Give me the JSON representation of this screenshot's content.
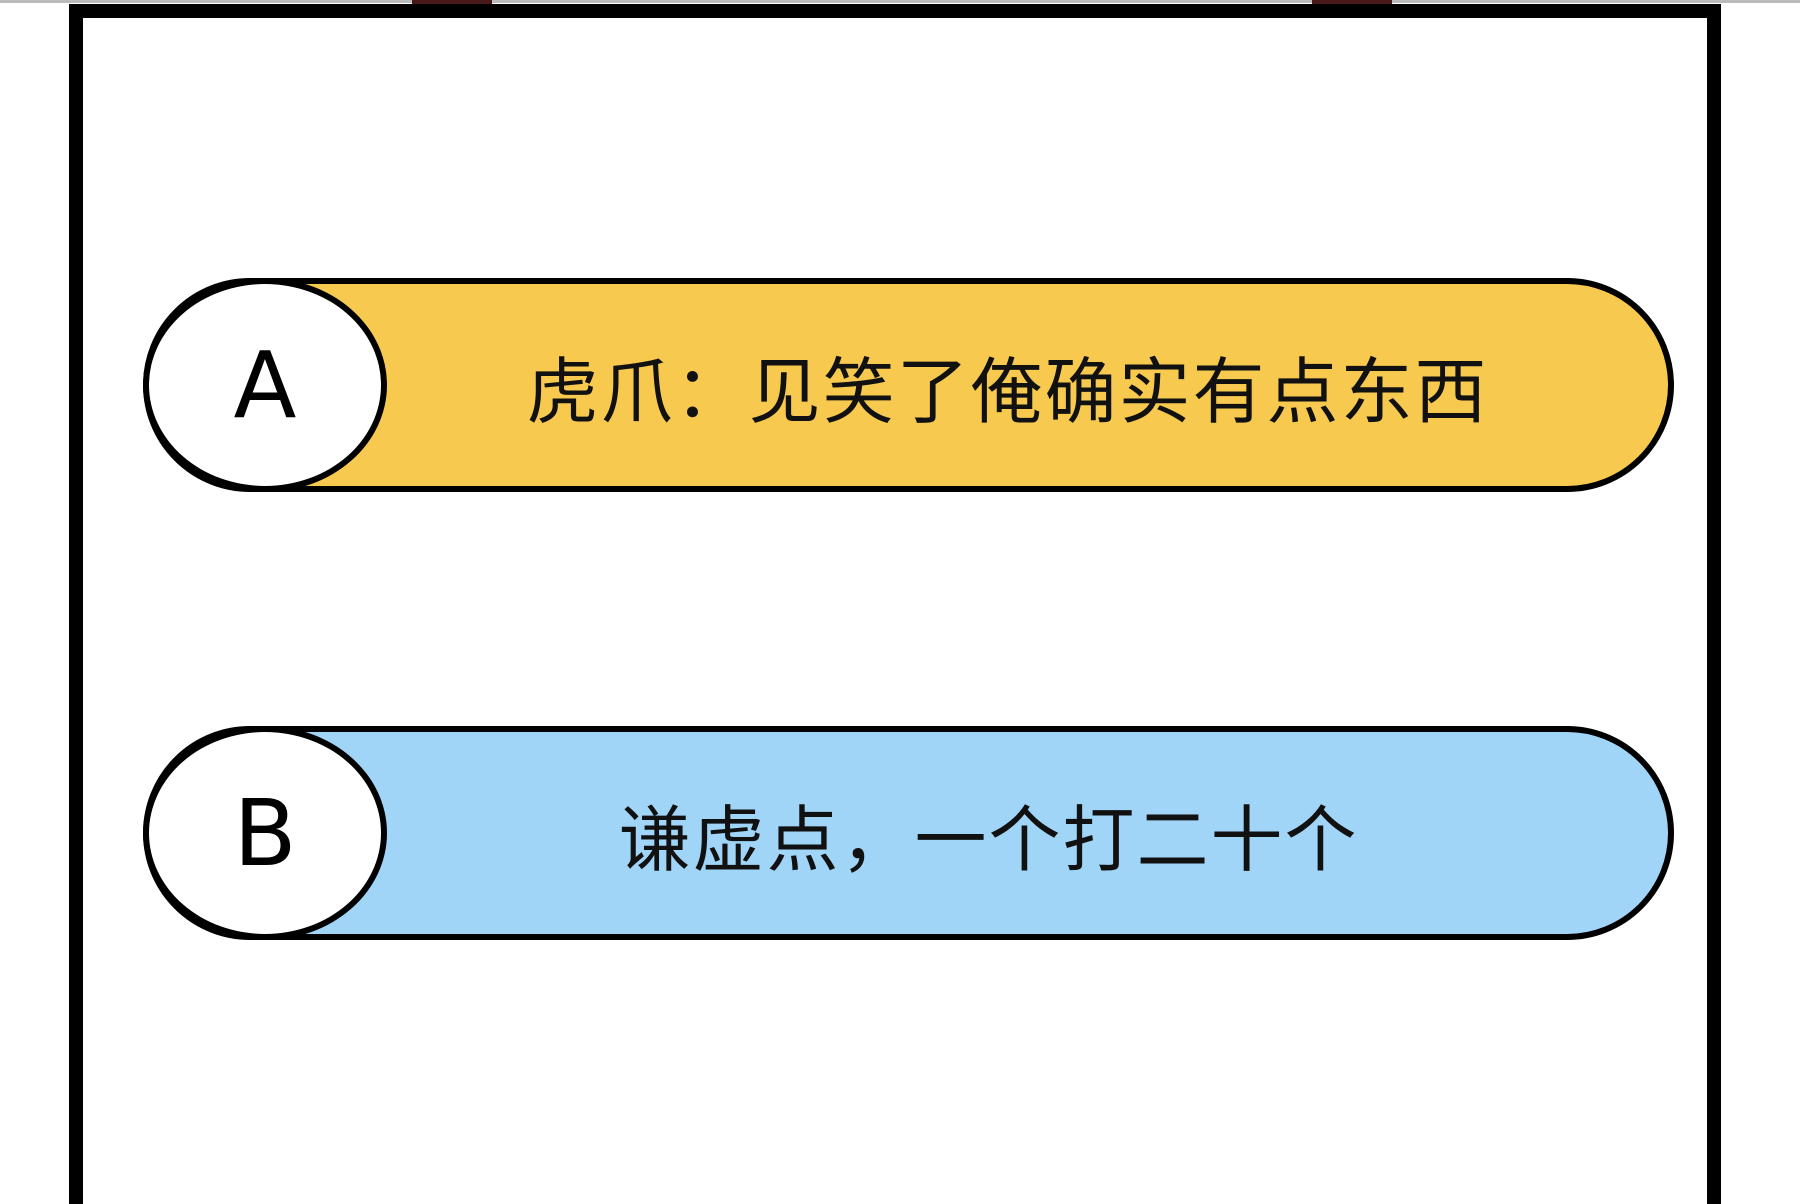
{
  "colors": {
    "option_a": "#F8C94F",
    "option_b": "#A0D5F8",
    "border": "#000000"
  },
  "options": [
    {
      "letter": "A",
      "text": "虎爪：见笑了俺确实有点东西"
    },
    {
      "letter": "B",
      "text": "谦虚点，一个打二十个"
    }
  ]
}
